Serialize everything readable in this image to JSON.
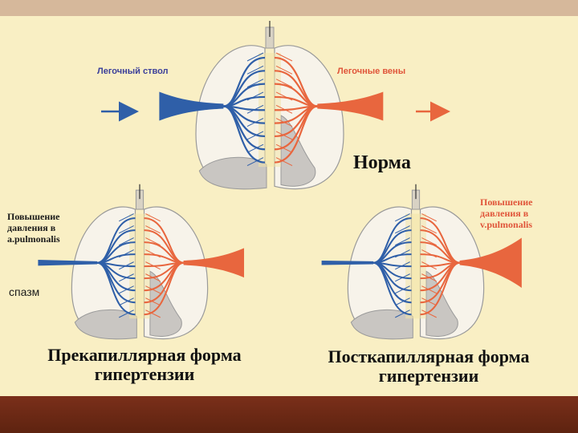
{
  "labels": {
    "pulmonary_trunk": "Легочный ствол",
    "pulmonary_veins": "Легочные вены",
    "norm": "Норма",
    "pressure_a": "Повышение\nдавления в\na.pulmonalis",
    "spasm": "спазм",
    "pressure_v": "Повышение\nдавления в\nv.pulmonalis",
    "precapillary": "Прекапиллярная форма\nгипертензии",
    "postcapillary": "Посткапиллярная форма\nгипертензии"
  },
  "colors": {
    "artery": "#2f5fa8",
    "vein": "#e8663e",
    "background": "#f9efc4",
    "lung_fill": "#f7f3ea",
    "lung_outline": "#9a9a9a",
    "heart_shadow": "#c9c6c2",
    "top_band": "#d6b89b",
    "bottom_band": "#6e2a14"
  }
}
